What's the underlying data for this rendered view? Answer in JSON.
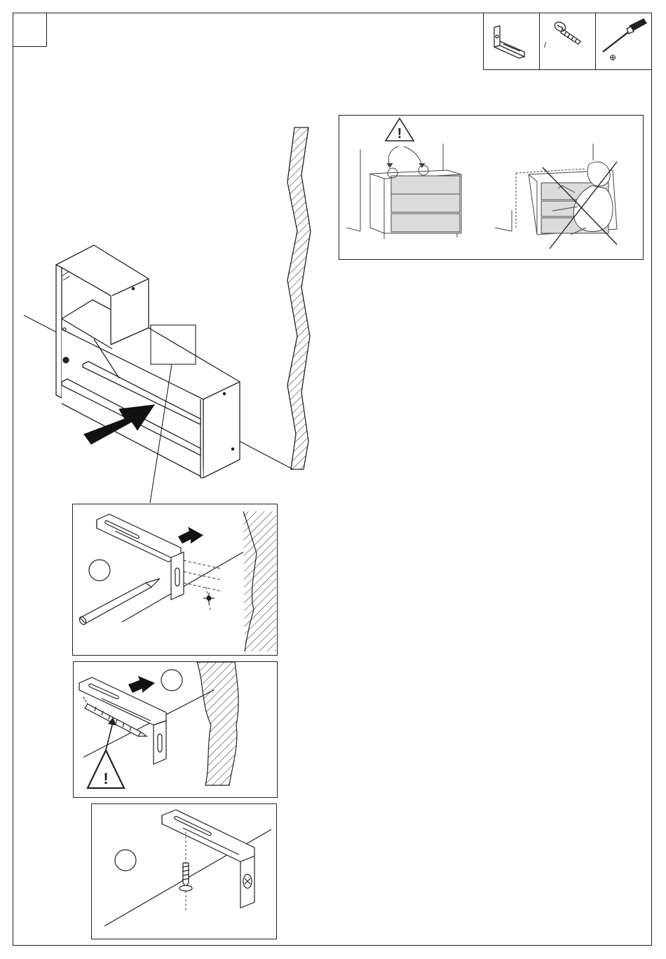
{
  "step": {
    "number": ""
  },
  "parts": [
    {
      "name": "wall-bracket-icon",
      "qty": ""
    },
    {
      "name": "screw-icon",
      "qty": "/"
    },
    {
      "name": "phillips-screwdriver-icon",
      "qty": "⊕"
    }
  ],
  "warning_panel": {
    "left_scene": "anchored-chest",
    "right_scene": "tipping-chest-crossed-out"
  },
  "detail_panels": [
    {
      "id": "mark-position",
      "label": ""
    },
    {
      "id": "drill-hole",
      "label": ""
    },
    {
      "id": "screw-bracket",
      "label": ""
    }
  ],
  "colors": {
    "line": "#222222",
    "drawer_fill": "#dcdcdc",
    "arrow": "#111111"
  }
}
